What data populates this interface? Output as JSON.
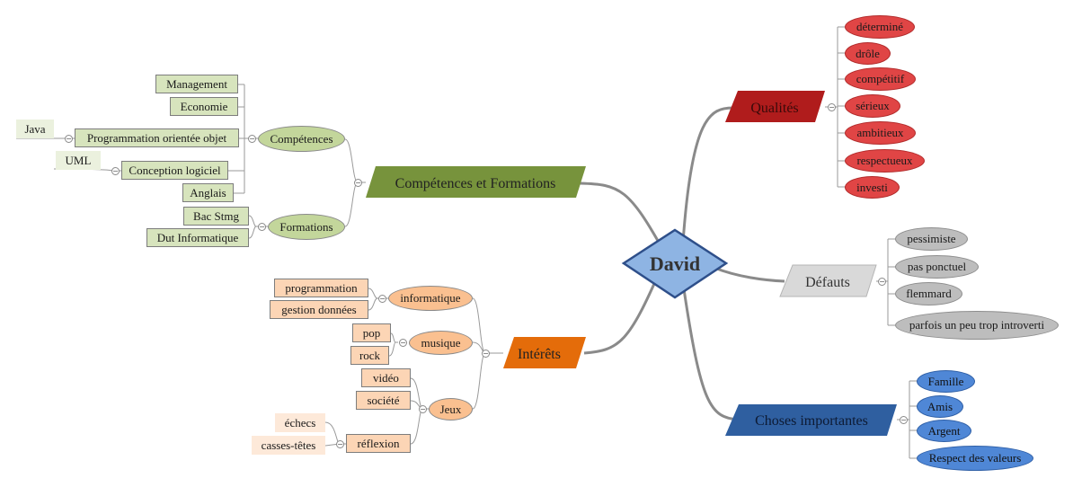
{
  "center": {
    "label": "David"
  },
  "branches": {
    "competences_formations": {
      "label": "Compétences et Formations",
      "competences": {
        "label": "Compétences",
        "items": {
          "management": "Management",
          "economie": "Economie",
          "poo": "Programmation orientée objet",
          "java": "Java",
          "conception": "Conception logiciel",
          "uml": "UML",
          "anglais": "Anglais"
        }
      },
      "formations": {
        "label": "Formations",
        "items": {
          "bac": "Bac Stmg",
          "dut": "Dut Informatique"
        }
      }
    },
    "interets": {
      "label": "Intérêts",
      "informatique": {
        "label": "informatique",
        "items": {
          "programmation": "programmation",
          "gestion": "gestion données"
        }
      },
      "musique": {
        "label": "musique",
        "items": {
          "pop": "pop",
          "rock": "rock"
        }
      },
      "jeux": {
        "label": "Jeux",
        "items": {
          "video": "vidéo",
          "societe": "société",
          "reflexion": "réflexion"
        },
        "reflexion_items": {
          "echecs": "échecs",
          "casses": "casses-têtes"
        }
      }
    },
    "qualites": {
      "label": "Qualités",
      "items": [
        "déterminé",
        "drôle",
        "compétitif",
        "sérieux",
        "ambitieux",
        "respectueux",
        "investi"
      ]
    },
    "defauts": {
      "label": "Défauts",
      "items": [
        "pessimiste",
        "pas ponctuel",
        "flemmard",
        "parfois un peu trop introverti"
      ]
    },
    "choses": {
      "label": "Choses importantes",
      "items": [
        "Famille",
        "Amis",
        "Argent",
        "Respect des valeurs"
      ]
    }
  },
  "colors": {
    "center_fill": "#8eb4e3",
    "center_stroke": "#2e4f8a",
    "competences_formations": "#77933c",
    "interets": "#e46c0a",
    "qualites": "#b01c1c",
    "defauts": "#d9d9d9",
    "choses": "#2f5fa0",
    "connector": "#8a8a8a"
  }
}
